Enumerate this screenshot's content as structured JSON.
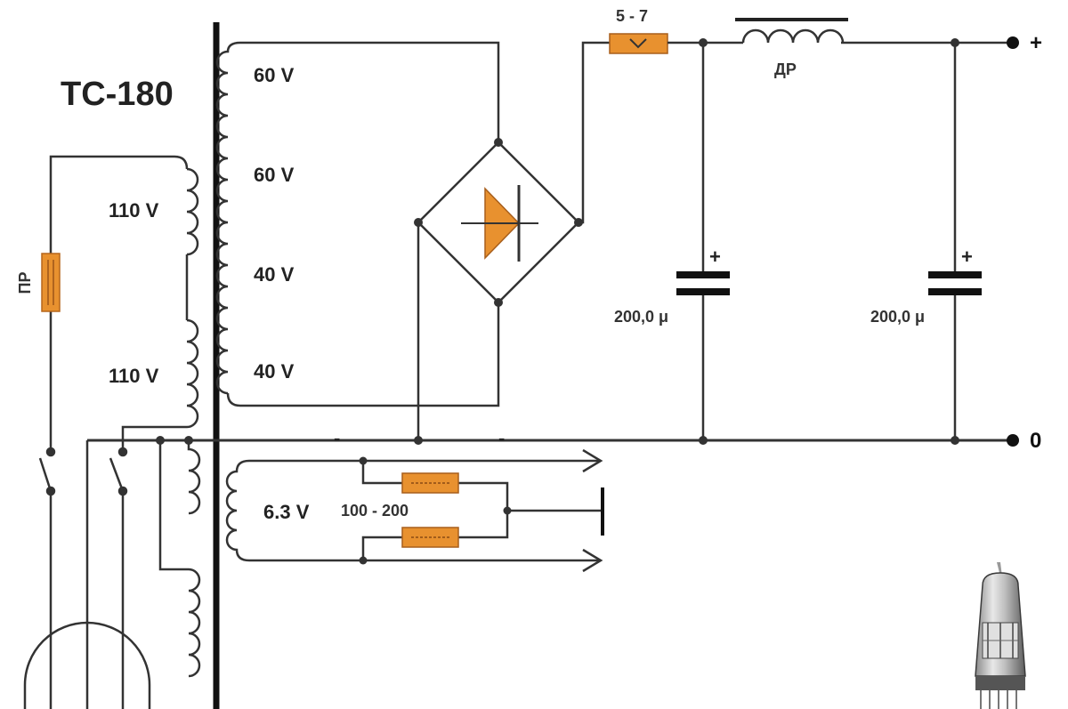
{
  "colors": {
    "wire": "#333333",
    "component": "#e8912f",
    "core": "#111111",
    "background": "#ffffff"
  },
  "transformer": {
    "name": "TC-180",
    "primary_windings": [
      "110 V",
      "110 V"
    ],
    "secondary_windings": [
      "60 V",
      "60 V",
      "40 V",
      "40 V"
    ],
    "filament_winding": "6.3 V"
  },
  "fuse": {
    "label": "ПР"
  },
  "resistor_top": {
    "label": "5 - 7"
  },
  "choke": {
    "label": "ДР"
  },
  "capacitors": [
    {
      "label": "200,0 μ",
      "polarity": "+"
    },
    {
      "label": "200,0 μ",
      "polarity": "+"
    }
  ],
  "filament_resistors": {
    "label": "100 - 200"
  },
  "output_terminals": {
    "positive": "+",
    "zero": "0"
  },
  "bus_marks": [
    "-",
    "-"
  ],
  "icons": [
    "diode-bridge-icon",
    "vacuum-tube-icon",
    "plug-icon",
    "switch-icon"
  ]
}
